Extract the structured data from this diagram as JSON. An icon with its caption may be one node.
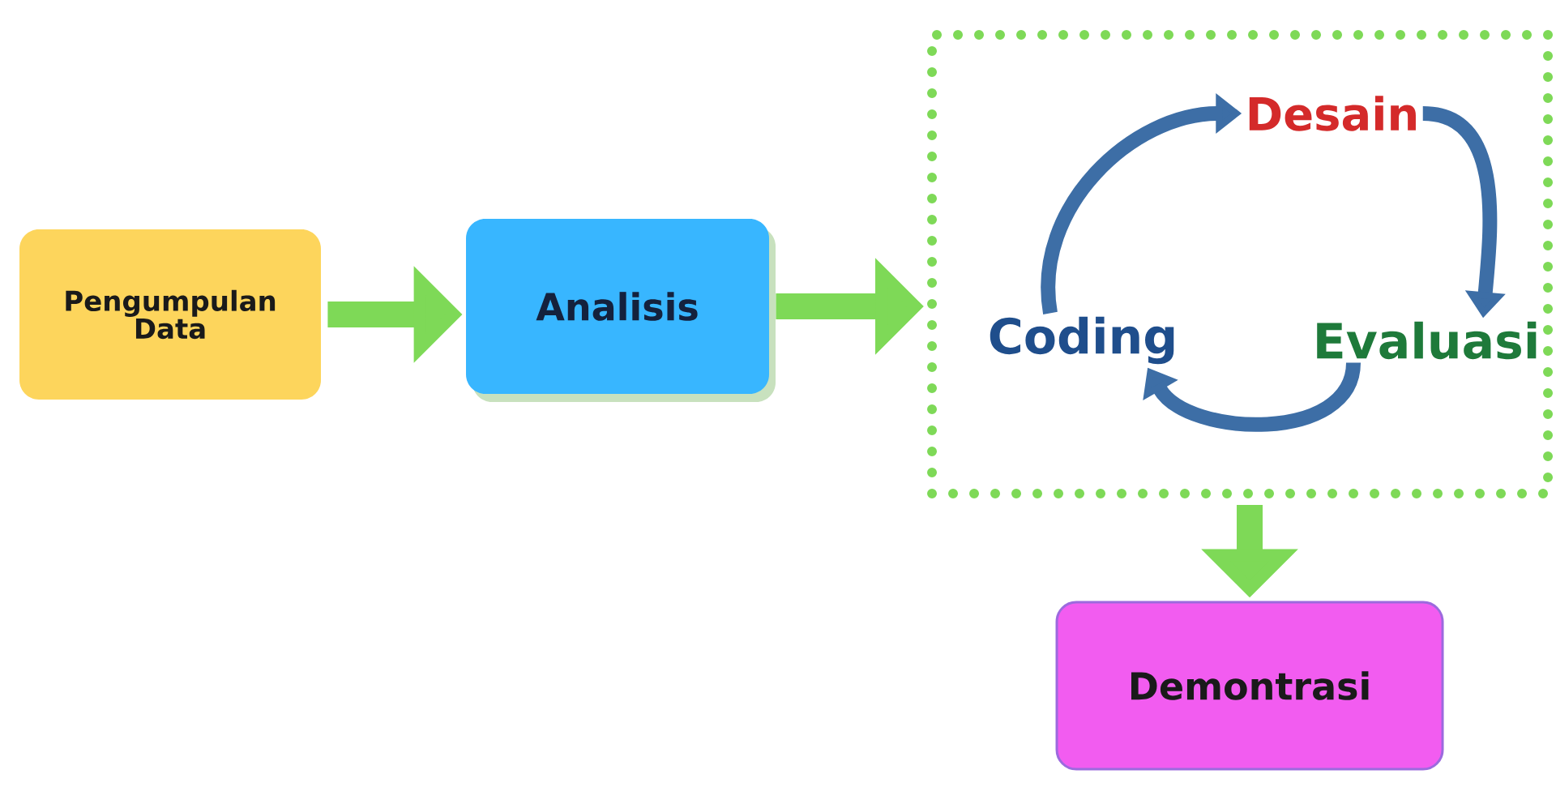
{
  "diagram": {
    "nodes": [
      {
        "text": [
          "Pengumpulan Data"
        ]
      },
      {
        "text": [
          "Analisis"
        ]
      },
      {
        "text": [],
        "shape": "box"
      },
      {
        "text": [
          "Desain"
        ],
        "in": 2
      },
      {
        "text": [
          "Evaluasi"
        ],
        "in": 2
      },
      {
        "text": [
          "Coding"
        ],
        "in": 2
      },
      {
        "text": [
          "Demontrasi"
        ]
      }
    ],
    "edges": [
      {
        "from": 0,
        "to": 1,
        "arrow": "to",
        "color": "#7ed957"
      },
      {
        "from": 1,
        "to": 2,
        "arrow": "to",
        "color": "#7ed957"
      },
      {
        "from": 5,
        "to": 3,
        "arrow": "to",
        "color": "#3d6ea6"
      },
      {
        "from": 3,
        "to": 4,
        "arrow": "to",
        "color": "#3d6ea6"
      },
      {
        "from": 4,
        "to": 5,
        "arrow": "to",
        "color": "#3d6ea6"
      },
      {
        "from": 2,
        "to": 6,
        "arrow": "to",
        "color": "#7ed957"
      }
    ]
  }
}
